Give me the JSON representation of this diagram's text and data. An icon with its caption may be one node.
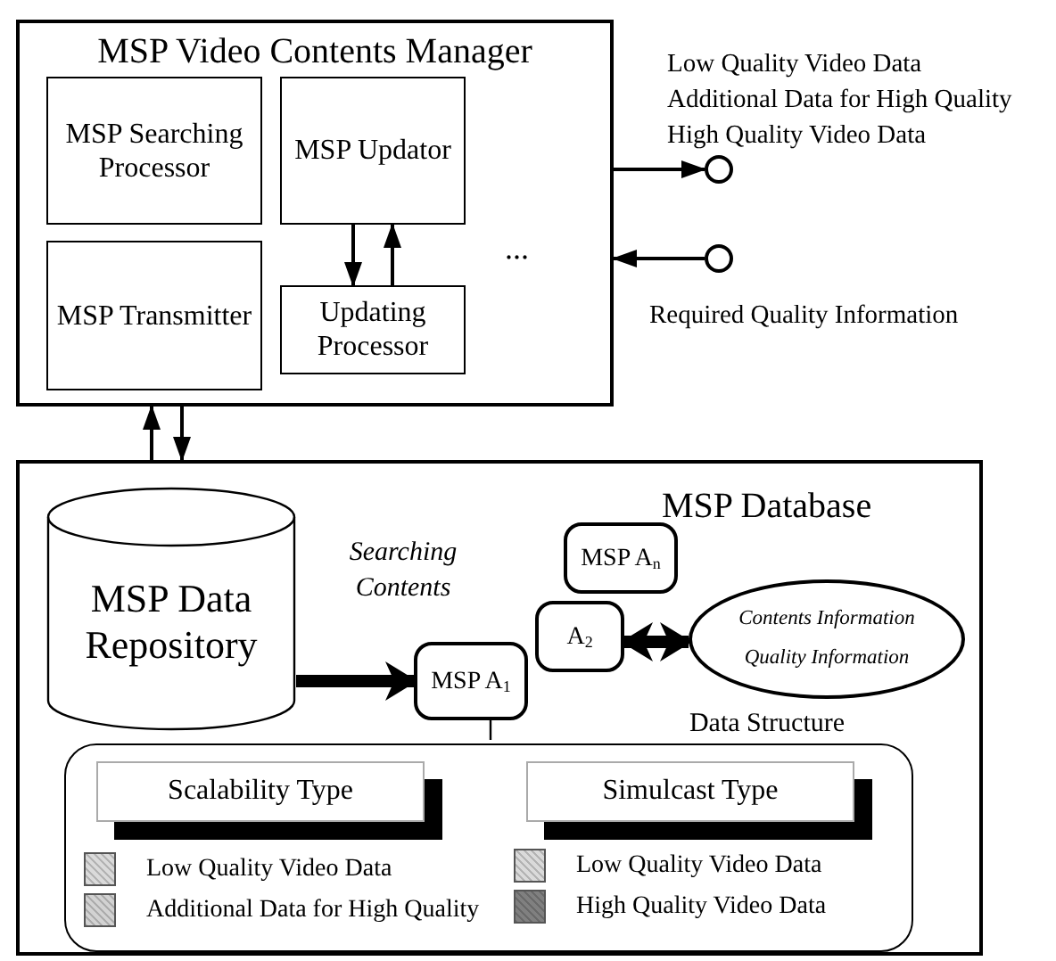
{
  "diagram": {
    "nodes": [
      {
        "text": [
          "MSP Video Contents Manager"
        ]
      },
      {
        "text": [
          "MSP Searching Processor"
        ],
        "in": 0
      },
      {
        "text": [
          "MSP Updator"
        ],
        "in": 0
      },
      {
        "text": [
          "MSP Transmitter"
        ],
        "in": 0
      },
      {
        "text": [
          "Updating Processor"
        ],
        "in": 0
      },
      {
        "text": [],
        "shape": "circle",
        "beside": [
          "Low Quality Video Data",
          "Additional Data for High Quality",
          "High Quality Video Data"
        ]
      },
      {
        "text": [],
        "shape": "circle",
        "beside": [
          "Required Quality Information"
        ]
      },
      {
        "text": [
          "MSP Database"
        ]
      },
      {
        "text": [
          "MSP Data Repository"
        ],
        "in": 7
      },
      {
        "text": [
          "MSP A$_{n}$"
        ],
        "in": 7
      },
      {
        "text": [
          "A$_{2}$"
        ],
        "in": 7
      },
      {
        "text": [
          "MSP A$_{1}$"
        ],
        "in": 7
      },
      {
        "text": [
          "Contents Information",
          "Quality Information"
        ],
        "in": 7
      },
      {
        "text": [],
        "shape": "box",
        "in": 7
      },
      {
        "text": [
          "Scalability Type"
        ],
        "in": 13
      },
      {
        "text": [
          "Simulcast Type"
        ],
        "in": 13
      }
    ],
    "edges": [
      {
        "from": 0,
        "to": 5,
        "arrow": "to"
      },
      {
        "from": 6,
        "to": 0,
        "arrow": "to"
      },
      {
        "from": 2,
        "to": 4,
        "arrow": "to"
      },
      {
        "from": 4,
        "to": 2,
        "arrow": "to"
      },
      {
        "from": 7,
        "to": 0,
        "arrow": "to"
      },
      {
        "from": 0,
        "to": 7,
        "arrow": "to"
      },
      {
        "from": 8,
        "to": 11,
        "arrow": "to",
        "style": "thick",
        "label": "Searching Contents"
      },
      {
        "from": 10,
        "to": 12,
        "arrow": "both",
        "style": "thick",
        "label": "Data Structure"
      },
      {
        "from": 11,
        "to": 13,
        "arrow": "none"
      }
    ],
    "labels": [
      "..."
    ],
    "legend": [
      {
        "text": "Low Quality Video Data",
        "color": "#dadada"
      },
      {
        "text": "Additional Data for High Quality",
        "color": "#d2d2d2"
      },
      {
        "text": "Low Quality Video Data",
        "color": "#dadada"
      },
      {
        "text": "High Quality Video Data",
        "color": "#808080"
      }
    ]
  }
}
